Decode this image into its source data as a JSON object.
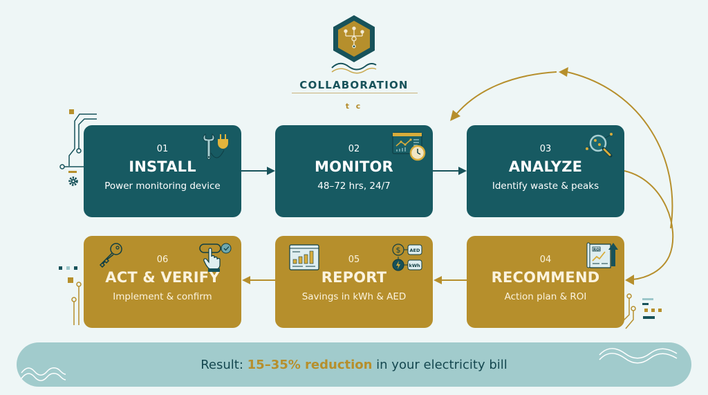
{
  "brand": {
    "name": "COLLABORATION",
    "tagline": "t c",
    "logo_icon": "network-hexagon-icon"
  },
  "steps": [
    {
      "num": "01",
      "title": "INSTALL",
      "desc": "Power monitoring device",
      "icon": "wrench-plug-icon",
      "color": "#175a62"
    },
    {
      "num": "02",
      "title": "MONITOR",
      "desc": "48–72 hrs, 24/7",
      "icon": "dashboard-clock-icon",
      "color": "#175a62"
    },
    {
      "num": "03",
      "title": "ANALYZE",
      "desc": "Identify waste & peaks",
      "icon": "magnifier-data-icon",
      "color": "#175a62"
    },
    {
      "num": "04",
      "title": "RECOMMEND",
      "desc": "Action plan & ROI",
      "icon": "roi-document-icon",
      "color": "#b68f2c"
    },
    {
      "num": "05",
      "title": "REPORT",
      "desc": "Savings in kWh & AED",
      "icon": "report-chart-icon",
      "color": "#b68f2c",
      "secondary_icon": "currency-energy-icon",
      "badges": [
        "AED",
        "kWh"
      ]
    },
    {
      "num": "06",
      "title": "ACT & VERIFY",
      "desc": "Implement & confirm",
      "icon": "key-icon",
      "color": "#b68f2c",
      "secondary_icon": "hand-click-check-icon"
    }
  ],
  "result": {
    "prefix": "Result: ",
    "highlight": "15–35% reduction",
    "suffix": " in your electricity bill"
  },
  "colors": {
    "teal": "#175a62",
    "gold": "#b68f2c",
    "background": "#eef6f6",
    "result_bar": "#a1cbcc"
  }
}
